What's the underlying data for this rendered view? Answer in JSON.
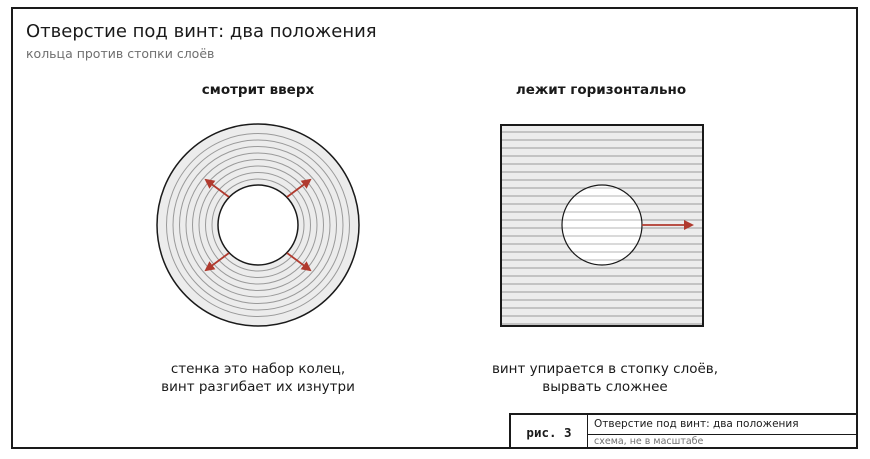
{
  "header": {
    "title": "Отверстие под винт: два положения",
    "subtitle": "кольца против стопки слоёв"
  },
  "panels": {
    "left": {
      "title": "смотрит вверх",
      "caption_line1": "стенка это набор колец,",
      "caption_line2": "винт разгибает их изнутри"
    },
    "right": {
      "title": "лежит горизонтально",
      "caption_line1": "винт упирается в стопку слоёв,",
      "caption_line2": "вырвать сложнее"
    }
  },
  "stamp": {
    "figure": "рис. 3",
    "title": "Отверстие под винт: два положения",
    "note": "схема, не в масштабе"
  },
  "colors": {
    "ink": "#1a1a1a",
    "fill": "#ececec",
    "lines": "#9a9a9a",
    "arrow": "#b03a2e",
    "muted": "#6f6f6f"
  }
}
